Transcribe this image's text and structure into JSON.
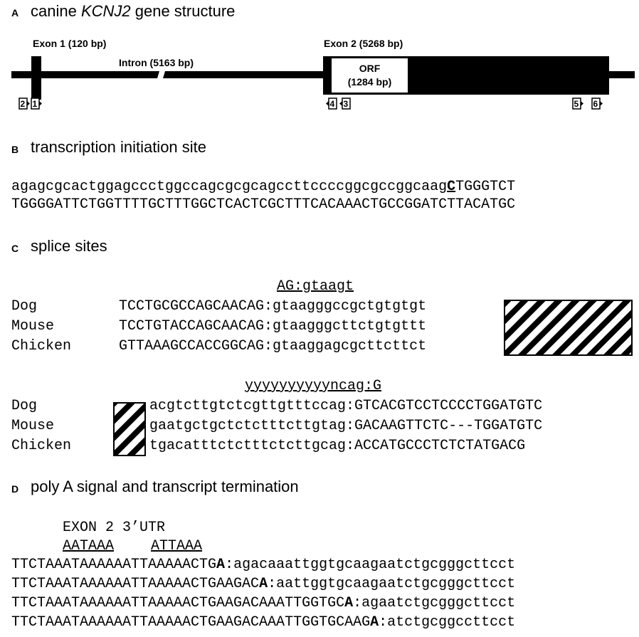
{
  "panels": {
    "a": {
      "letter": "A",
      "title_pre": "canine ",
      "title_gene": "KCNJ2",
      "title_post": " gene structure",
      "exon1_label": "Exon 1 (120 bp)",
      "intron_label": "Intron (5163 bp)",
      "exon2_label": "Exon 2 (5268 bp)",
      "orf_label_1": "ORF",
      "orf_label_2": "(1284 bp)",
      "primers": [
        "2",
        "1",
        "4",
        "3",
        "5",
        "6"
      ]
    },
    "b": {
      "letter": "B",
      "title": "transcription initiation site",
      "line1_pre": "agagcgcactggagccctggccagcgcgcagccttccccggcgccggcaag",
      "line1_mark": "C",
      "line1_post": "TGGGTCT",
      "line2": "TGGGGATTCTGGTTTTGCTTTGGCTCACTCGCTTTCACAAACTGCCGGATCTTACATGC"
    },
    "c": {
      "letter": "C",
      "title": "splice sites",
      "donor_consensus": "AG:gtaagt",
      "donor_rows": [
        {
          "species": "Dog",
          "seq": "TCCTGCGCCAGCAACAG:gtaagggccgctgtgtgt"
        },
        {
          "species": "Mouse",
          "seq": "TCCTGTACCAGCAACAG:gtaagggcttctgtgttt"
        },
        {
          "species": "Chicken",
          "seq": "GTTAAAGCCACCGGCAG:gtaaggagcgcttcttct"
        }
      ],
      "acceptor_consensus": "yyyyyyyyyyncag:G",
      "acceptor_rows": [
        {
          "species": "Dog",
          "seq": "acgtcttgtctcgttgtttccag:GTCACGTCCTCCCCTGGATGTC"
        },
        {
          "species": "Mouse",
          "seq": "gaatgctgctctctttcttgtag:GACAAGTTCTC---TGGATGTC"
        },
        {
          "species": "Chicken",
          "seq": "tgacatttctctttctcttgcag:ACCATGCCCTCTCTATGACG"
        }
      ]
    },
    "d": {
      "letter": "D",
      "title": "poly A signal and transcript termination",
      "utr_label": "EXON 2 3’UTR",
      "signal_1": "AATAAA",
      "signal_2": "ATTAAA",
      "rows": [
        {
          "pre": "TTCTAAATAAAAAATTAAAAACTG",
          "mark": "A",
          "post": ":agacaaattggtgcaagaatctgcgggcttcct"
        },
        {
          "pre": "TTCTAAATAAAAAATTAAAAACTGAAGAC",
          "mark": "A",
          "post": ":aattggtgcaagaatctgcgggcttcct"
        },
        {
          "pre": "TTCTAAATAAAAAATTAAAAACTGAAGACAAATTGGTGC",
          "mark": "A",
          "post": ":agaatctgcgggcttcct"
        },
        {
          "pre": "TTCTAAATAAAAAATTAAAAACTGAAGACAAATTGGTGCAAG",
          "mark": "A",
          "post": ":atctgcggccttcct"
        }
      ]
    }
  }
}
